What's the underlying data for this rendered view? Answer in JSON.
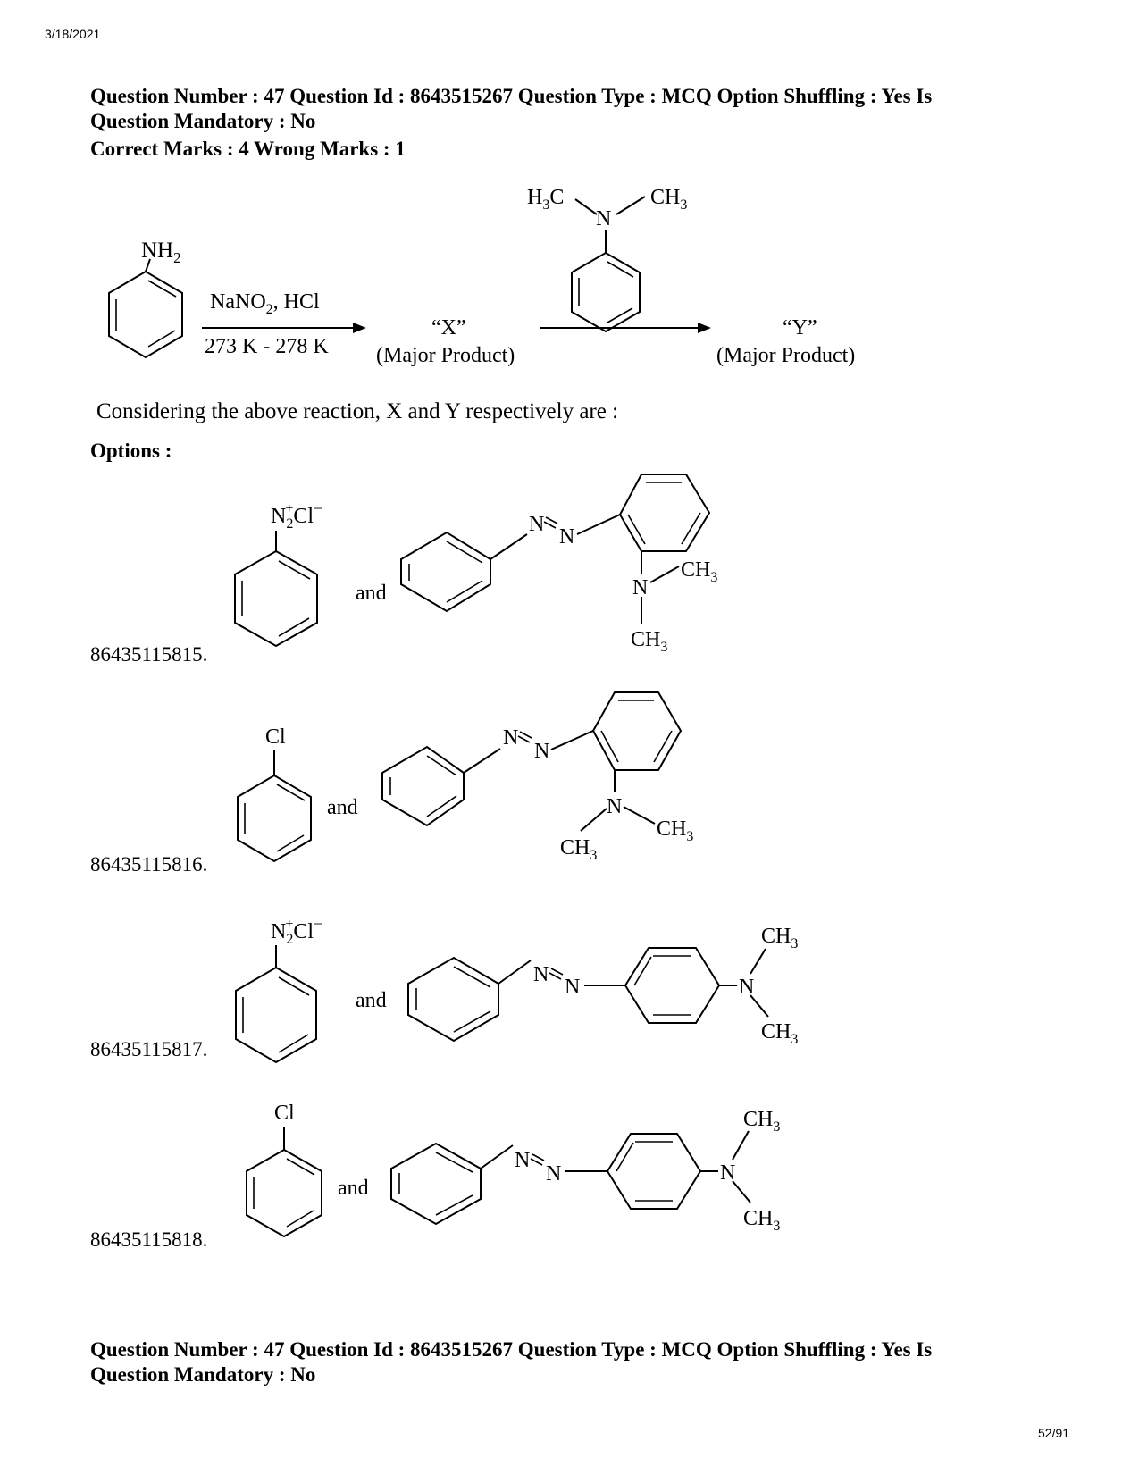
{
  "page": {
    "date": "3/18/2021",
    "page_number": "52/91"
  },
  "question": {
    "header_line1": "Question Number : 47 Question Id : 8643515267 Question Type : MCQ Option Shuffling : Yes Is",
    "header_line2": "Question Mandatory : No",
    "marks": "Correct Marks : 4 Wrong Marks : 1",
    "prompt": "Considering the above reaction, X and Y respectively are :",
    "options_label": "Options :"
  },
  "reaction": {
    "reactant_group": "NH2",
    "reagent_top": "NaNO2, HCl",
    "reagent_bottom": "273 K - 278 K",
    "product_x": "“X”",
    "product_y": "“Y”",
    "major_label": "(Major Product)",
    "reagent2_left": "H3C",
    "reagent2_right": "CH3",
    "reagent2_n": "N"
  },
  "options": [
    {
      "id": "86435115815.",
      "x_group": "N2+Cl−",
      "joiner": "and",
      "y_type": "ortho"
    },
    {
      "id": "86435115816.",
      "x_group": "Cl",
      "joiner": "and",
      "y_type": "ortho"
    },
    {
      "id": "86435115817.",
      "x_group": "N2+Cl−",
      "joiner": "and",
      "y_type": "para"
    },
    {
      "id": "86435115818.",
      "x_group": "Cl",
      "joiner": "and",
      "y_type": "para"
    }
  ],
  "labels": {
    "n": "N",
    "ch3": "CH3"
  },
  "footer": {
    "header_line1": "Question Number : 47 Question Id : 8643515267 Question Type : MCQ Option Shuffling : Yes Is",
    "header_line2": "Question Mandatory : No"
  }
}
